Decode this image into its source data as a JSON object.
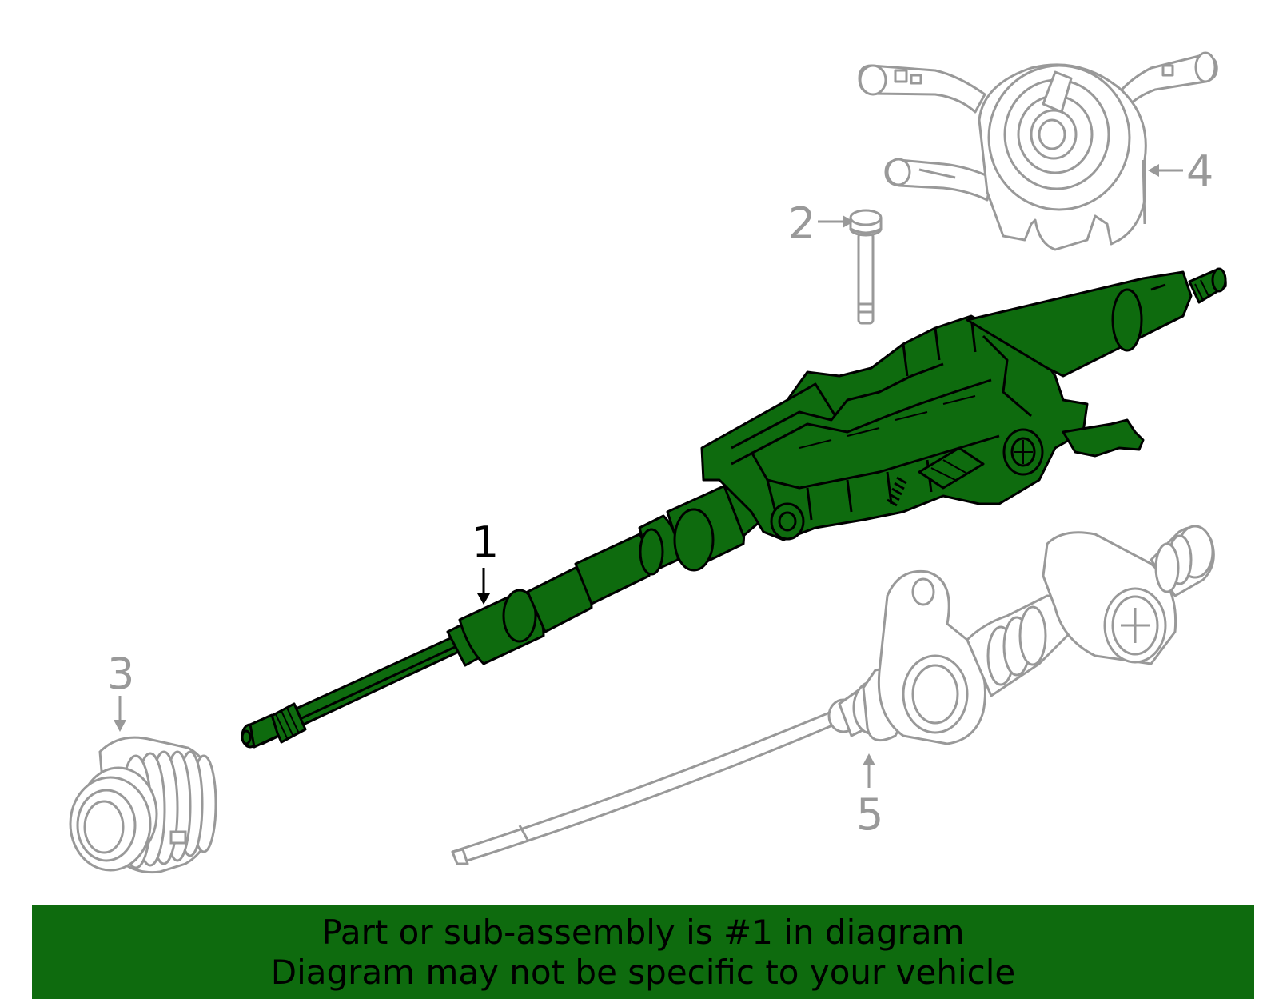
{
  "callouts": {
    "part1": "1",
    "part2": "2",
    "part3": "3",
    "part4": "4",
    "part5": "5"
  },
  "banner": {
    "line1": "Part or sub-assembly is #1 in diagram",
    "line2": "Diagram may not be specific to your vehicle"
  },
  "colors": {
    "highlight": "#0e6b0e",
    "outline": "#999999",
    "text": "#000000"
  }
}
